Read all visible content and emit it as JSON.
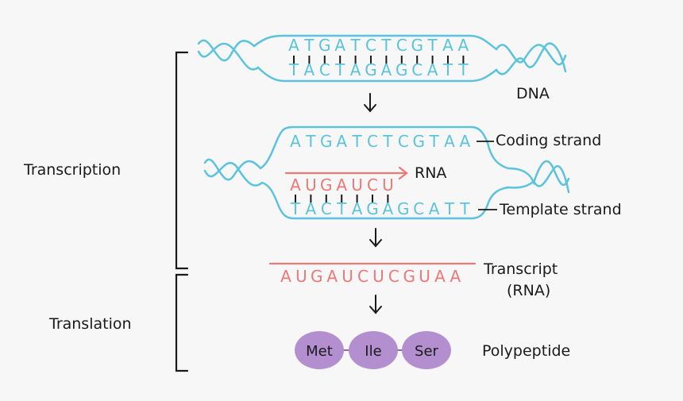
{
  "colors": {
    "dna": "#5bc3dc",
    "rna": "#ee7777",
    "protein": "#b38fcf",
    "ink": "#1a1a1a",
    "background": "#f7f7f7"
  },
  "dna_top": {
    "coding": [
      "A",
      "T",
      "G",
      "A",
      "T",
      "C",
      "T",
      "C",
      "G",
      "T",
      "A",
      "A"
    ],
    "template": [
      "T",
      "A",
      "C",
      "T",
      "A",
      "G",
      "A",
      "G",
      "C",
      "A",
      "T",
      "T"
    ]
  },
  "dna_middle": {
    "coding": [
      "A",
      "T",
      "G",
      "A",
      "T",
      "C",
      "T",
      "C",
      "G",
      "T",
      "A",
      "A"
    ],
    "template": [
      "T",
      "A",
      "C",
      "T",
      "A",
      "G",
      "A",
      "G",
      "C",
      "A",
      "T",
      "T"
    ],
    "rna_partial": [
      "A",
      "U",
      "G",
      "A",
      "U",
      "C",
      "U"
    ]
  },
  "transcript": [
    "A",
    "U",
    "G",
    "A",
    "U",
    "C",
    "U",
    "C",
    "G",
    "U",
    "A",
    "A"
  ],
  "labels": {
    "dna": "DNA",
    "coding_strand": "Coding strand",
    "template_strand": "Template strand",
    "rna_arrow": "RNA",
    "transcript_line1": "Transcript",
    "transcript_line2": "(RNA)",
    "polypeptide": "Polypeptide",
    "transcription": "Transcription",
    "translation": "Translation"
  },
  "amino_acids": [
    "Met",
    "Ile",
    "Ser"
  ],
  "icons": [
    "down-arrow-icon",
    "right-arrow-icon",
    "bracket"
  ]
}
